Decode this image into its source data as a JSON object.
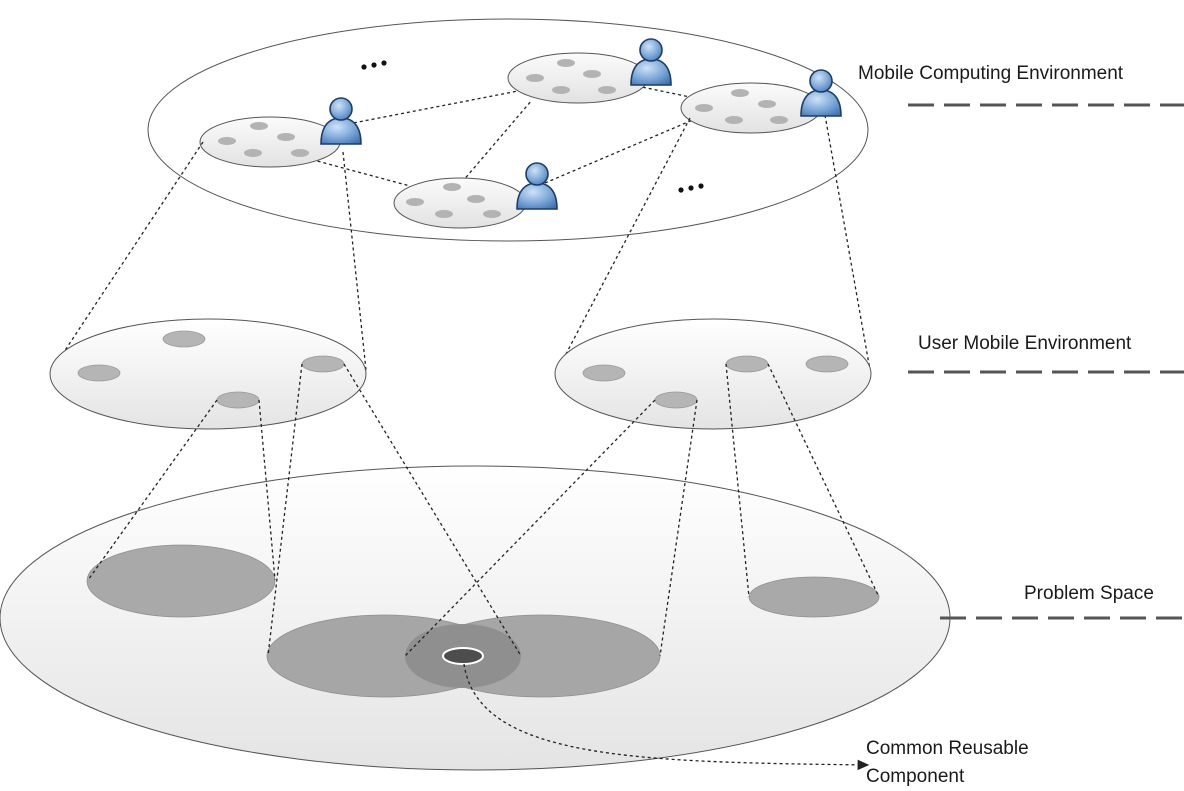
{
  "labels": {
    "mobile_computing_environment": "Mobile Computing Environment",
    "user_mobile_environment": "User Mobile Environment",
    "problem_space": "Problem Space",
    "common_reusable_line1": "Common Reusable",
    "common_reusable_line2": "Component"
  },
  "ellipsis_text": "...",
  "colors": {
    "outline": "#555555",
    "dotted": "#222222",
    "dash": "#555555",
    "layer_fill_light": "#ffffff",
    "layer_fill_dark": "#e6e6e6",
    "small_component": "#b5b5b5",
    "region_fill": "#a9a9a9",
    "user_blue_light": "#a9c8ea",
    "user_blue_dark": "#4a7fbf",
    "user_outline": "#1c3d66"
  },
  "icons": [
    "user-icon"
  ]
}
